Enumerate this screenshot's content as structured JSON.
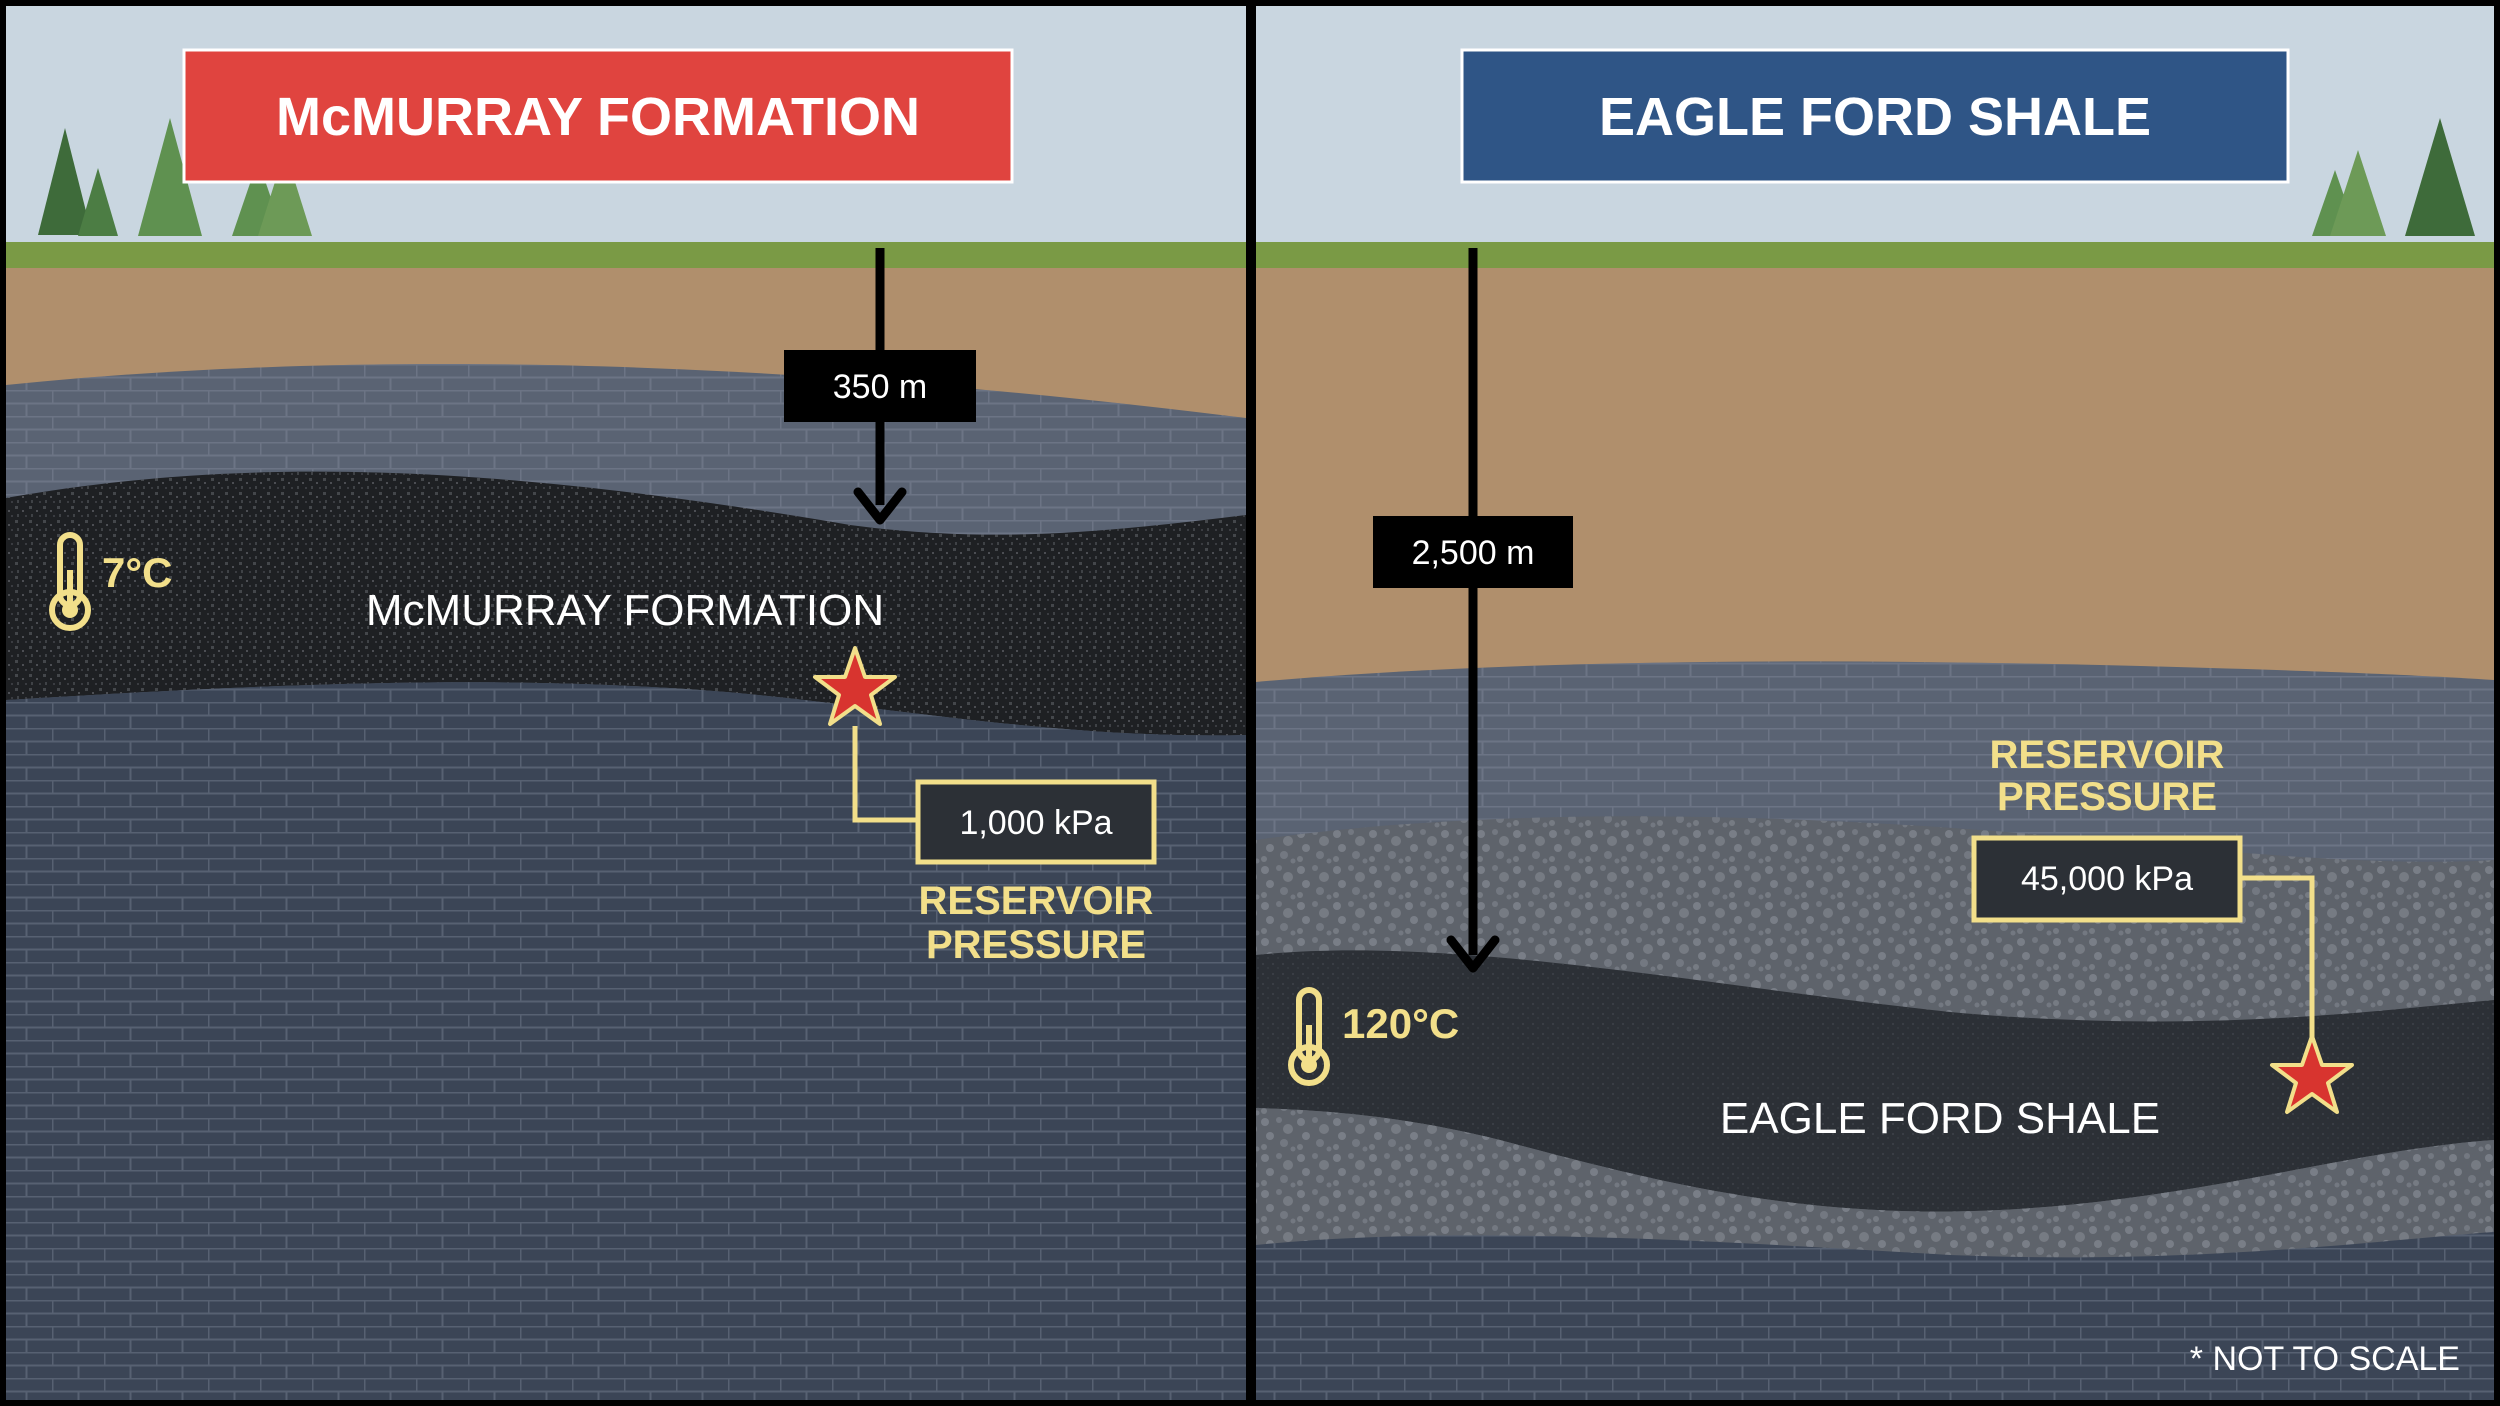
{
  "left_panel": {
    "title": "McMURRAY FORMATION",
    "depth": "350 m",
    "temperature": "7°C",
    "formation_label": "McMURRAY FORMATION",
    "pressure_value": "1,000 kPa",
    "pressure_label_line1": "RESERVOIR",
    "pressure_label_line2": "PRESSURE"
  },
  "right_panel": {
    "title": "EAGLE FORD SHALE",
    "depth": "2,500 m",
    "temperature": "120°C",
    "formation_label": "EAGLE FORD SHALE",
    "pressure_value": "45,000 kPa",
    "pressure_label_line1": "RESERVOIR",
    "pressure_label_line2": "PRESSURE"
  },
  "footnote": "* NOT TO SCALE",
  "colors": {
    "sky": "#c9d6e0",
    "grass": "#7a9a45",
    "soil": "#b08f6c",
    "limestone": "#5a6373",
    "bedrock": "#3b4556",
    "oil_sand": "#1e2023",
    "gravel": "#5e636b",
    "shale": "#2c3036",
    "tree": "#3e6b3a",
    "left_title_bg": "#e0443f",
    "right_title_bg": "#2f5586",
    "accent_yellow": "#f2df8a",
    "star": "#d8342f"
  }
}
